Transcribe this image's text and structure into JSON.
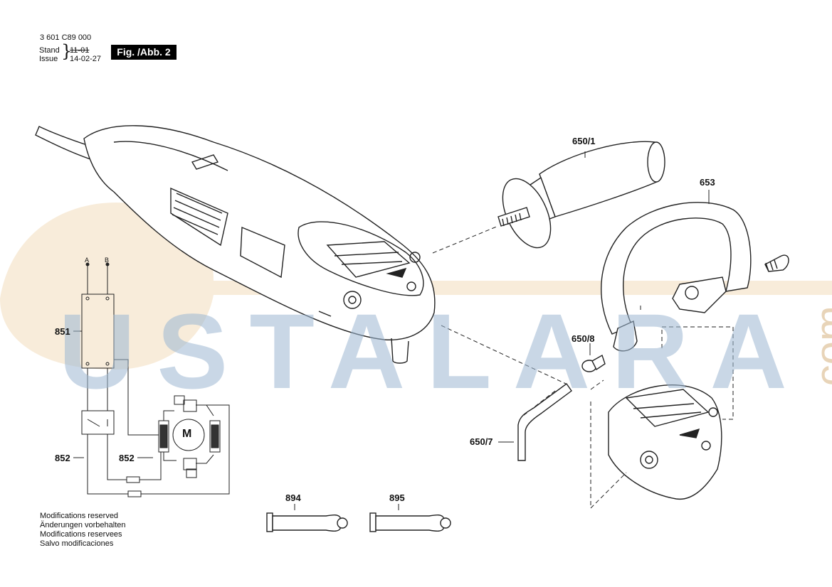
{
  "header": {
    "part_number": "3 601 C89 000",
    "stand_label": "Stand",
    "issue_label": "Issue",
    "old_date": "11-01",
    "new_date": "14-02-27",
    "figure_label": "Fig. /Abb. 2"
  },
  "watermark": {
    "text": "USTALARA",
    "suffix": ".com",
    "colors": {
      "main": "#9db8d3",
      "accent": "#e6c9a0"
    }
  },
  "parts": {
    "p650_1": "650/1",
    "p653": "653",
    "p650_8": "650/8",
    "p650_7": "650/7",
    "p851": "851",
    "p852a": "852",
    "p852b": "852",
    "p894": "894",
    "p895": "895"
  },
  "schematic": {
    "terminal_a": "A",
    "terminal_b": "B",
    "motor": "M"
  },
  "notes": [
    "Modifications reserved",
    "Änderungen vorbehalten",
    "Modifications reservees",
    "Salvo modificaciones"
  ]
}
